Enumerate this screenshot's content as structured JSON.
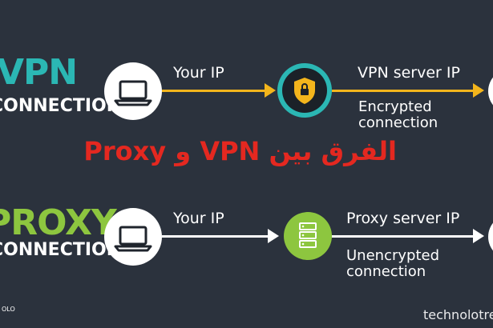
{
  "vpn": {
    "title": "VPN",
    "subtitle": "CONNECTION",
    "your_ip": "Your IP",
    "server_ip": "VPN server IP",
    "encryption": "Encrypted connection"
  },
  "proxy": {
    "title": "PROXY",
    "subtitle": "CONNECTION",
    "your_ip": "Your IP",
    "server_ip": "Proxy server IP",
    "encryption": "Unencrypted connection"
  },
  "caption": "الفرق بين VPN و Proxy",
  "corner_text": "OLO",
  "watermark": "technolotre",
  "colors": {
    "background": "#2b323d",
    "vpn_accent": "#2bb7b4",
    "vpn_line": "#f3b51c",
    "proxy_accent": "#8dc63f",
    "caption": "#e42820"
  }
}
